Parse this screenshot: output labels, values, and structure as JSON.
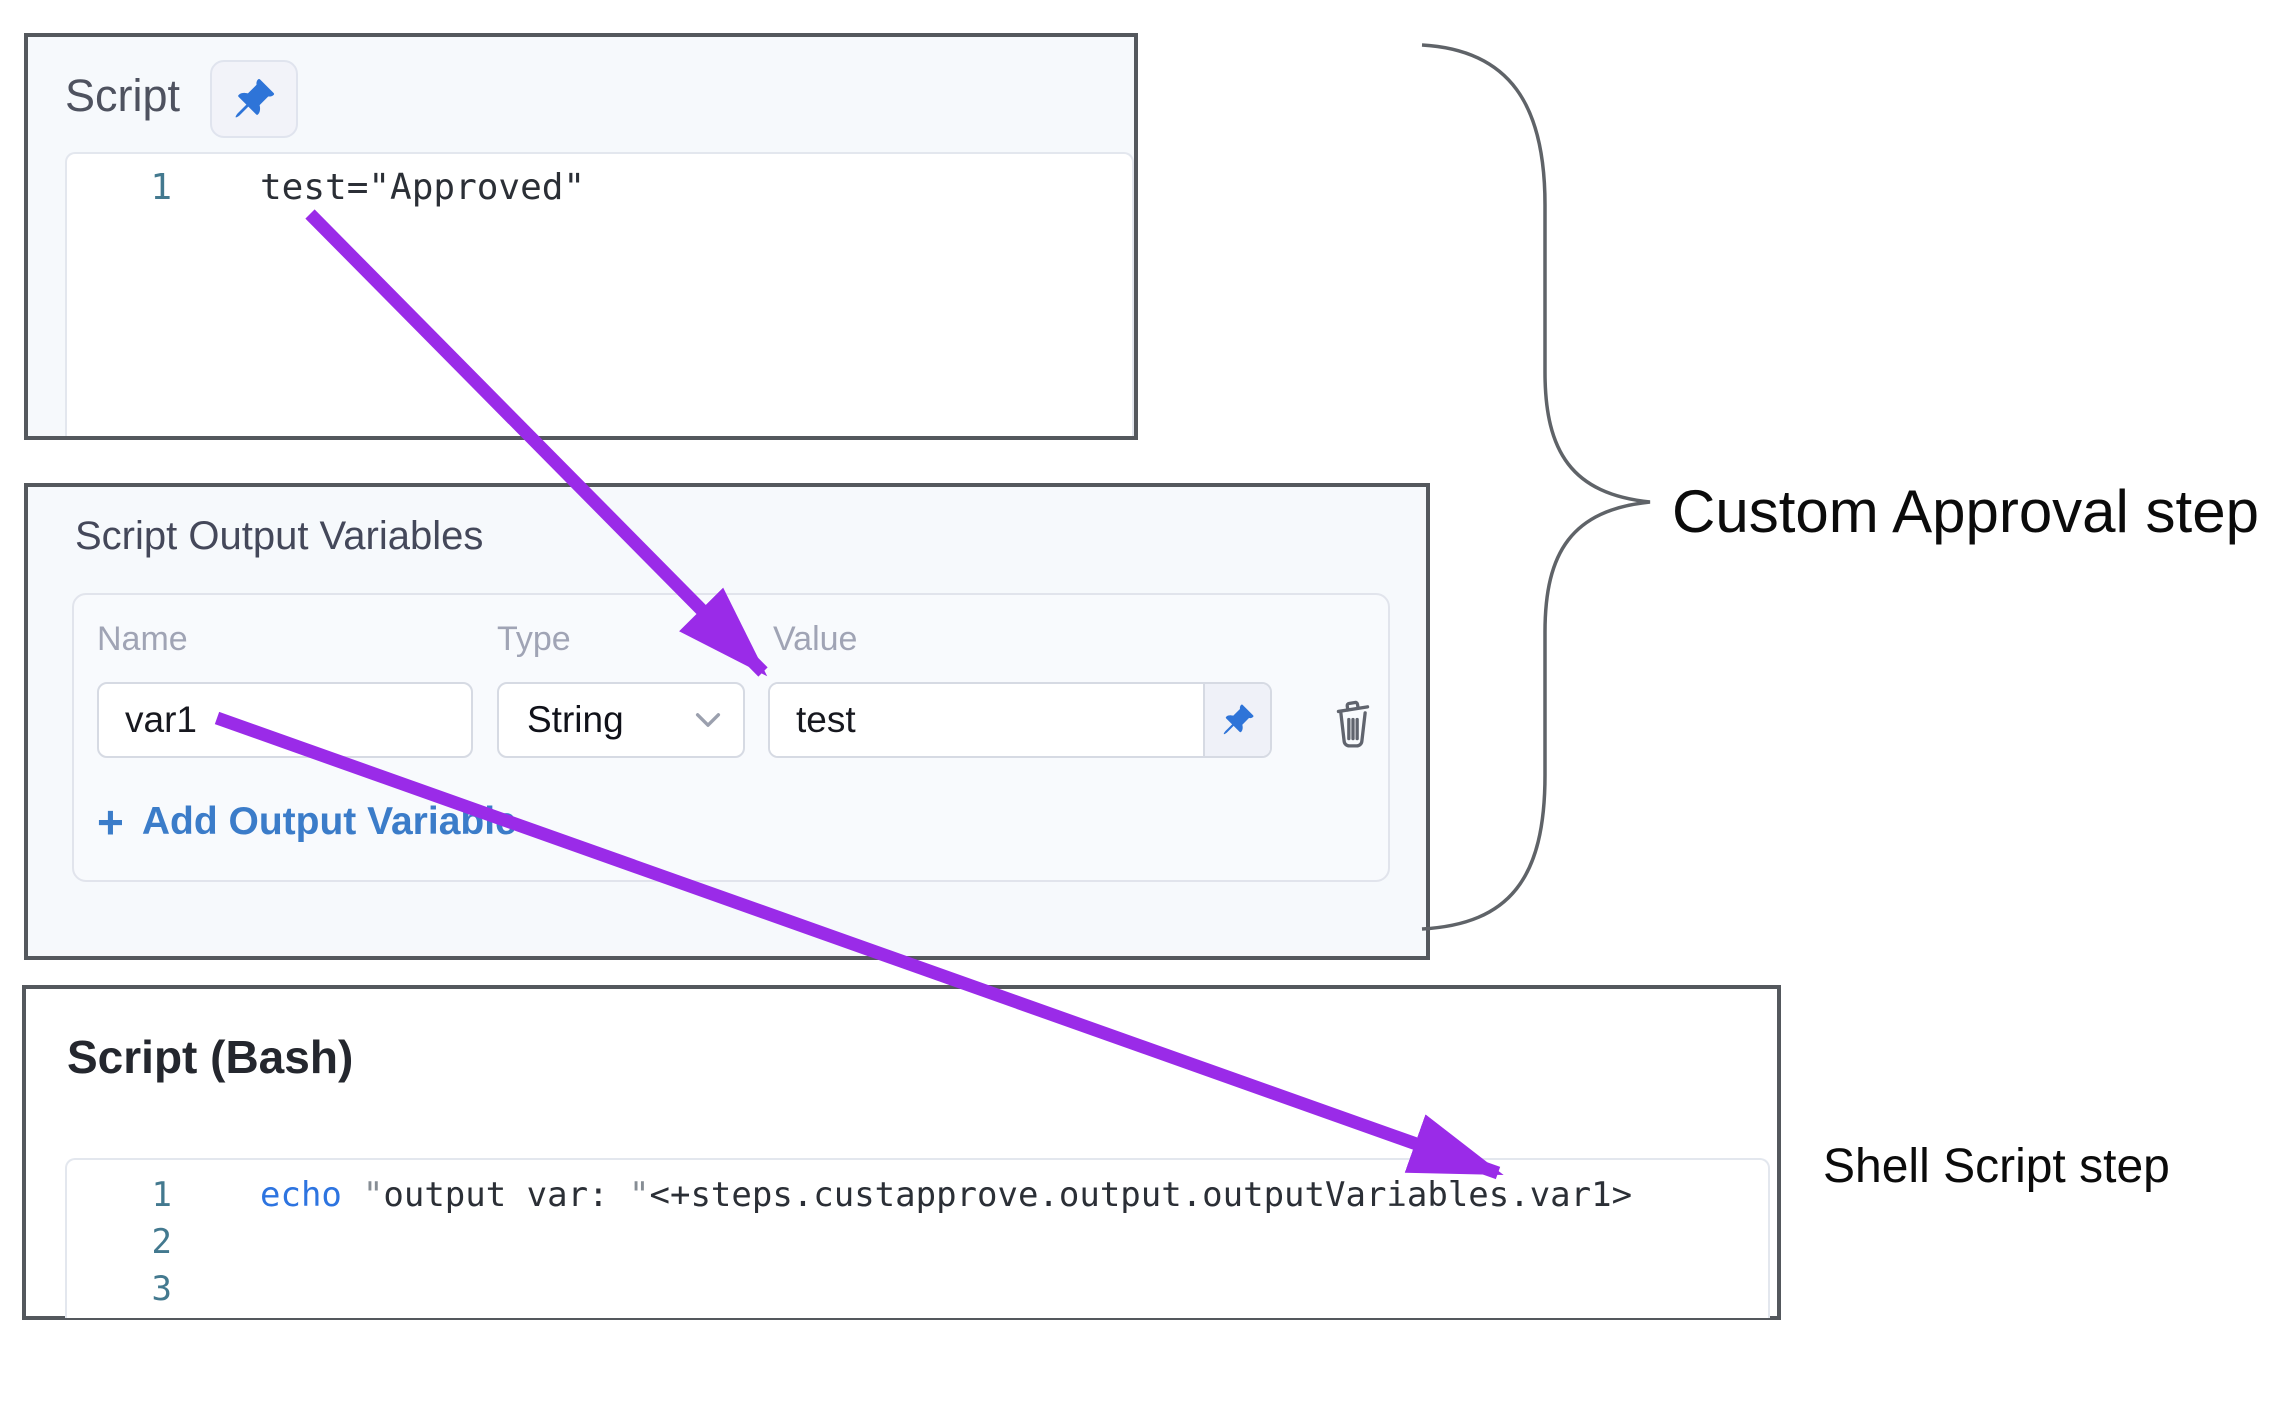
{
  "colors": {
    "purple": "#9A2BE8",
    "link-blue": "#3B7CC9",
    "keyword-blue": "#2D74E0",
    "line-number-teal": "#43798F",
    "pin-blue": "#2E74D8",
    "panel-border": "#54585D",
    "panel-bg": "#F6F9FC",
    "label-gray": "#A0A4B5"
  },
  "script_panel": {
    "title": "Script",
    "line_number": "1",
    "code": "test=\"Approved\""
  },
  "output_panel": {
    "title": "Script Output Variables",
    "columns": [
      "Name",
      "Type",
      "Value"
    ],
    "row": {
      "name": "var1",
      "type": "String",
      "value": "test"
    },
    "add_button": {
      "plus": "+",
      "label": "Add Output Variable"
    }
  },
  "bash_panel": {
    "title": "Script (Bash)",
    "line_numbers": [
      "1",
      "2",
      "3"
    ],
    "code_line1": {
      "keyword": "echo",
      "quote": "\"",
      "string": "output var: ",
      "expression": "<+steps.custapprove.output.outputVariables.var1>"
    }
  },
  "annotations": {
    "custom_approval": "Custom Approval step",
    "shell_script": "Shell Script step"
  }
}
